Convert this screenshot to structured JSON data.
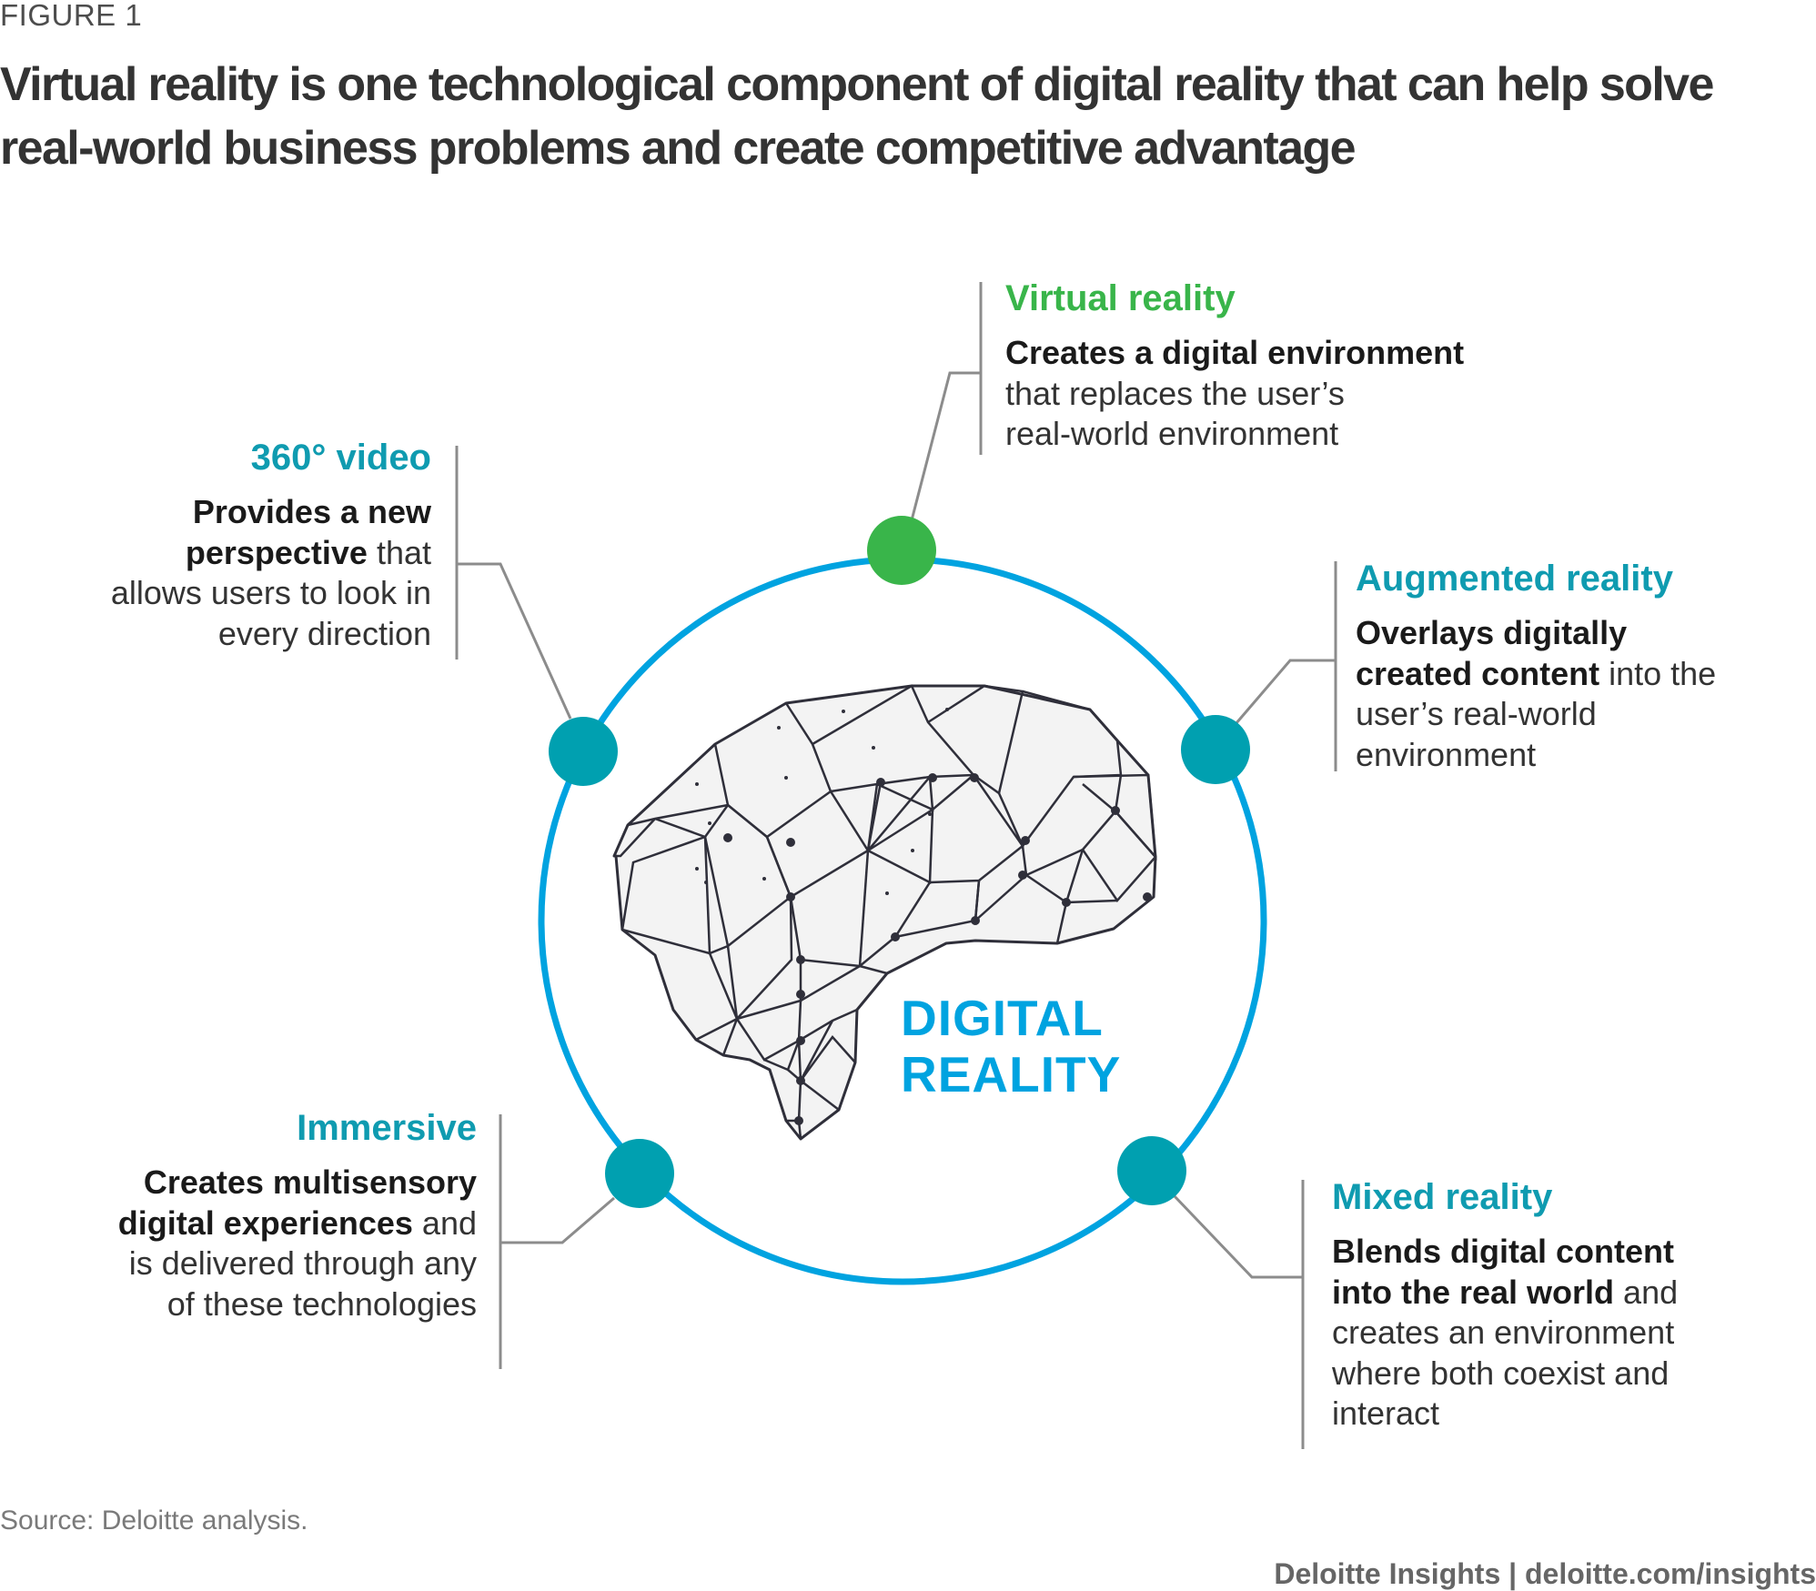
{
  "figure_label": "FIGURE 1",
  "title": "Virtual reality is one technological component of digital reality that can help solve real-world business problems and create competitive advantage",
  "center": {
    "line1": "DIGITAL",
    "line2": "REALITY"
  },
  "components": {
    "virtual_reality": {
      "heading": "Virtual reality",
      "bold": "Creates a digital environment",
      "rest": "that replaces the user’s real-world environment"
    },
    "video_360": {
      "heading": "360° video",
      "bold": "Provides a new perspective",
      "rest": "that allows users to look in every direction"
    },
    "augmented_reality": {
      "heading": "Augmented reality",
      "bold": "Overlays digitally created content",
      "rest": "into the user’s real-world environment"
    },
    "immersive": {
      "heading": "Immersive",
      "bold": "Creates multisensory digital experiences",
      "rest": "and is delivered through any of these technologies"
    },
    "mixed_reality": {
      "heading": "Mixed reality",
      "bold": "Blends digital content into the real world",
      "rest": "and creates an environment where both coexist and interact"
    }
  },
  "source": "Source: Deloitte analysis.",
  "credit": "Deloitte Insights | deloitte.com/insights",
  "colors": {
    "ring": "#00a3e0",
    "virtual_node": "#39b54a",
    "node": "#00a0b0",
    "heading_green": "#39b54a",
    "heading_teal": "#0f9bb0",
    "connector": "#8c8c8c",
    "brain_stroke": "#2f2f3a",
    "brain_fill": "#f3f3f3"
  },
  "icons": [
    "brain-network-icon"
  ]
}
